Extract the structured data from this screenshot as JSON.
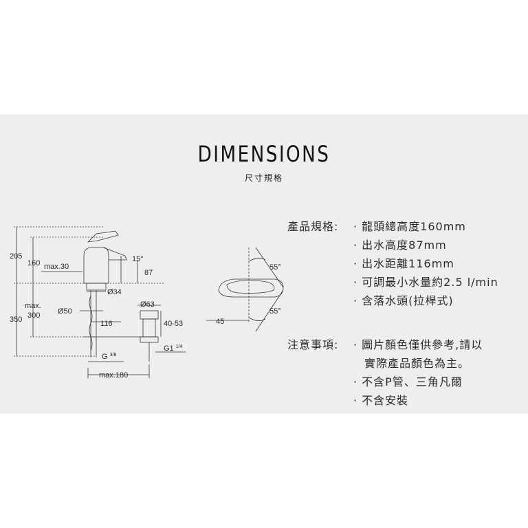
{
  "header": {
    "title": "DIMENSIONS",
    "subtitle": "尺寸規格"
  },
  "drawing_labels": {
    "h205": "205",
    "h160": "160",
    "max30": "max.30",
    "angle15": "15°",
    "d87": "87",
    "d34": "Ø34",
    "max": "max.",
    "h350": "350",
    "h300": "300",
    "d50": "Ø50",
    "d63": "Ø63",
    "w116": "116",
    "r4053": "40-53",
    "g38_base": "G",
    "g38_frac": "3/8",
    "g114_base": "G1",
    "g114_frac": "1/4",
    "max180": "max.180",
    "angle55a": "55°",
    "angle55b": "55°",
    "w45": "45"
  },
  "specs": {
    "heading": "產品規格:",
    "items": [
      "· 龍頭總高度160mm",
      "· 出水高度87mm",
      "· 出水距離116mm",
      "· 可調最小水量約2.5 l/min",
      "· 含落水頭(拉桿式)"
    ]
  },
  "notes": {
    "heading": "注意事項:",
    "items": [
      "· 圖片顏色僅供參考,請以",
      "實際產品顏色為主。",
      "· 不含P管、三角凡爾",
      "· 不含安裝"
    ]
  }
}
